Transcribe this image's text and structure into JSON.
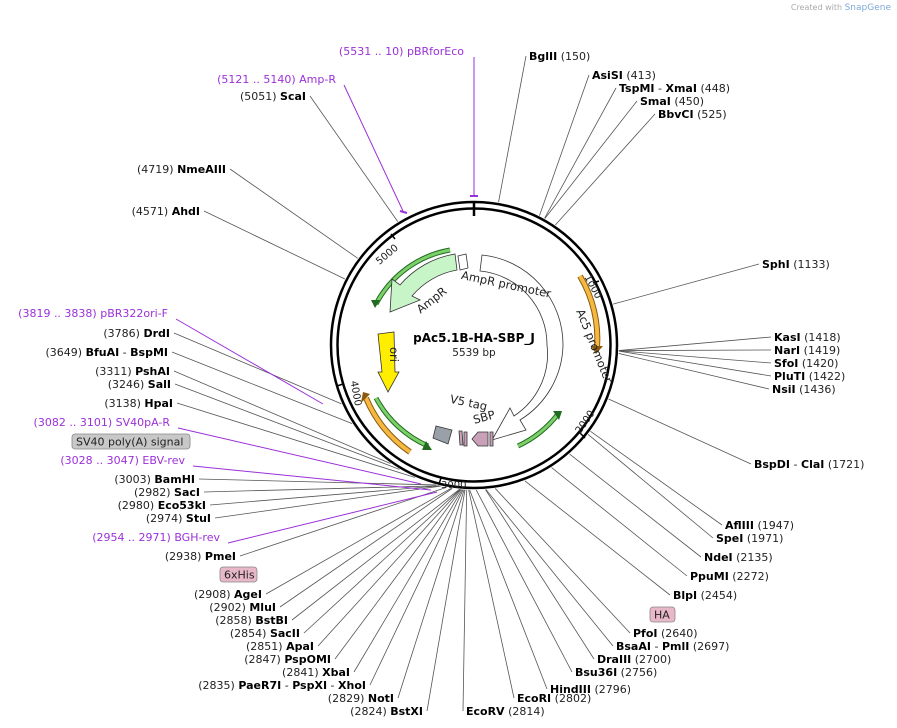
{
  "credit": {
    "prefix": "Created with",
    "brand": "SnapGene"
  },
  "plasmid": {
    "name": "pAc5.1B-HA-SBP_J",
    "size": "5539 bp",
    "length": 5539
  },
  "ticks": [
    "1000",
    "2000",
    "3000",
    "4000",
    "5000"
  ],
  "features": [
    {
      "name": "AmpR",
      "color": "#c8f5c8"
    },
    {
      "name": "AmpR promoter",
      "color": "#ffffff"
    },
    {
      "name": "Ac5 promoter",
      "color": "#ffffff"
    },
    {
      "name": "ori",
      "color": "#ffee00"
    },
    {
      "name": "V5 tag",
      "color": "#c8a0b8"
    },
    {
      "name": "SBP",
      "color": "#c8a0b8"
    }
  ],
  "boxed_labels": [
    {
      "text": "SV40 poly(A) signal",
      "color": "#c8c8c8"
    },
    {
      "text": "6xHis",
      "color": "#e8b8c8"
    },
    {
      "text": "HA",
      "color": "#e8b8c8"
    }
  ],
  "sites_right": [
    {
      "name": "BglII",
      "pos": "(150)"
    },
    {
      "name": "AsiSI",
      "pos": "(413)"
    },
    {
      "name": "TspMI",
      "alt": "XmaI",
      "pos": "(448)"
    },
    {
      "name": "SmaI",
      "pos": "(450)"
    },
    {
      "name": "BbvCI",
      "pos": "(525)"
    },
    {
      "name": "SphI",
      "pos": "(1133)"
    },
    {
      "name": "KasI",
      "pos": "(1418)"
    },
    {
      "name": "NarI",
      "pos": "(1419)"
    },
    {
      "name": "SfoI",
      "pos": "(1420)"
    },
    {
      "name": "PluTI",
      "pos": "(1422)"
    },
    {
      "name": "NsiI",
      "pos": "(1436)"
    },
    {
      "name": "BspDI",
      "alt": "ClaI",
      "pos": "(1721)"
    },
    {
      "name": "AflIII",
      "pos": "(1947)"
    },
    {
      "name": "SpeI",
      "pos": "(1971)"
    },
    {
      "name": "NdeI",
      "pos": "(2135)"
    },
    {
      "name": "PpuMI",
      "pos": "(2272)"
    },
    {
      "name": "BlpI",
      "pos": "(2454)"
    },
    {
      "name": "PfoI",
      "pos": "(2640)"
    },
    {
      "name": "BsaAI",
      "alt": "PmlI",
      "pos": "(2697)"
    },
    {
      "name": "DraIII",
      "pos": "(2700)"
    },
    {
      "name": "Bsu36I",
      "pos": "(2756)"
    },
    {
      "name": "HindIII",
      "pos": "(2796)"
    },
    {
      "name": "EcoRI",
      "pos": "(2802)"
    },
    {
      "name": "EcoRV",
      "pos": "(2814)"
    }
  ],
  "sites_left": [
    {
      "name": "ScaI",
      "pos": "(5051)"
    },
    {
      "name": "NmeAIII",
      "pos": "(4719)"
    },
    {
      "name": "AhdI",
      "pos": "(4571)"
    },
    {
      "name": "DrdI",
      "pos": "(3786)"
    },
    {
      "name": "BfuAI",
      "alt": "BspMI",
      "pos": "(3649)"
    },
    {
      "name": "PshAI",
      "pos": "(3311)"
    },
    {
      "name": "SalI",
      "pos": "(3246)"
    },
    {
      "name": "HpaI",
      "pos": "(3138)"
    },
    {
      "name": "BamHI",
      "pos": "(3003)"
    },
    {
      "name": "SacI",
      "pos": "(2982)"
    },
    {
      "name": "Eco53kI",
      "pos": "(2980)"
    },
    {
      "name": "StuI",
      "pos": "(2974)"
    },
    {
      "name": "PmeI",
      "pos": "(2938)"
    },
    {
      "name": "AgeI",
      "pos": "(2908)"
    },
    {
      "name": "MluI",
      "pos": "(2902)"
    },
    {
      "name": "BstBI",
      "pos": "(2858)"
    },
    {
      "name": "SacII",
      "pos": "(2854)"
    },
    {
      "name": "ApaI",
      "pos": "(2851)"
    },
    {
      "name": "PspOMI",
      "pos": "(2847)"
    },
    {
      "name": "XbaI",
      "pos": "(2841)"
    },
    {
      "name": "PaeR7I",
      "alt": "PspXI",
      "alt2": "XhoI",
      "pos": "(2835)"
    },
    {
      "name": "NotI",
      "pos": "(2829)"
    },
    {
      "name": "BstXI",
      "pos": "(2824)"
    }
  ],
  "primers": [
    {
      "range": "(5531 .. 10)",
      "name": "pBRforEco"
    },
    {
      "range": "(5121 .. 5140)",
      "name": "Amp-R"
    },
    {
      "range": "(3819 .. 3838)",
      "name": "pBR322ori-F"
    },
    {
      "range": "(3082 .. 3101)",
      "name": "SV40pA-R"
    },
    {
      "range": "(3028 .. 3047)",
      "name": "EBV-rev"
    },
    {
      "range": "(2954 .. 2971)",
      "name": "BGH-rev"
    }
  ],
  "colors": {
    "primer": "#9b30d9",
    "orange_arc": "#f0a020",
    "green_arc": "#2a8a2a",
    "backbone": "#000000"
  }
}
